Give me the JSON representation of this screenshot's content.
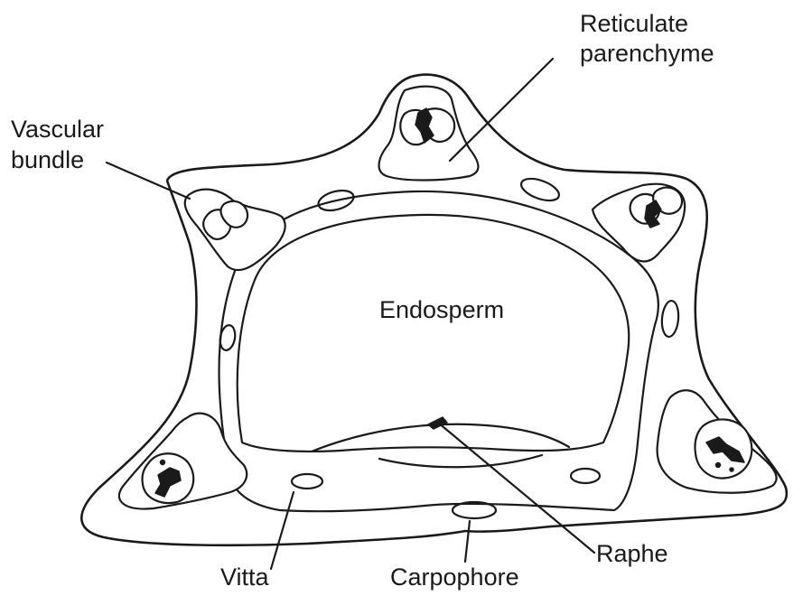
{
  "labels": {
    "reticulate_line1": "Reticulate",
    "reticulate_line2": "parenchyme",
    "vascular_line1": "Vascular",
    "vascular_line2": "bundle",
    "endosperm": "Endosperm",
    "raphe": "Raphe",
    "vitta": "Vitta",
    "carpophore": "Carpophore"
  }
}
